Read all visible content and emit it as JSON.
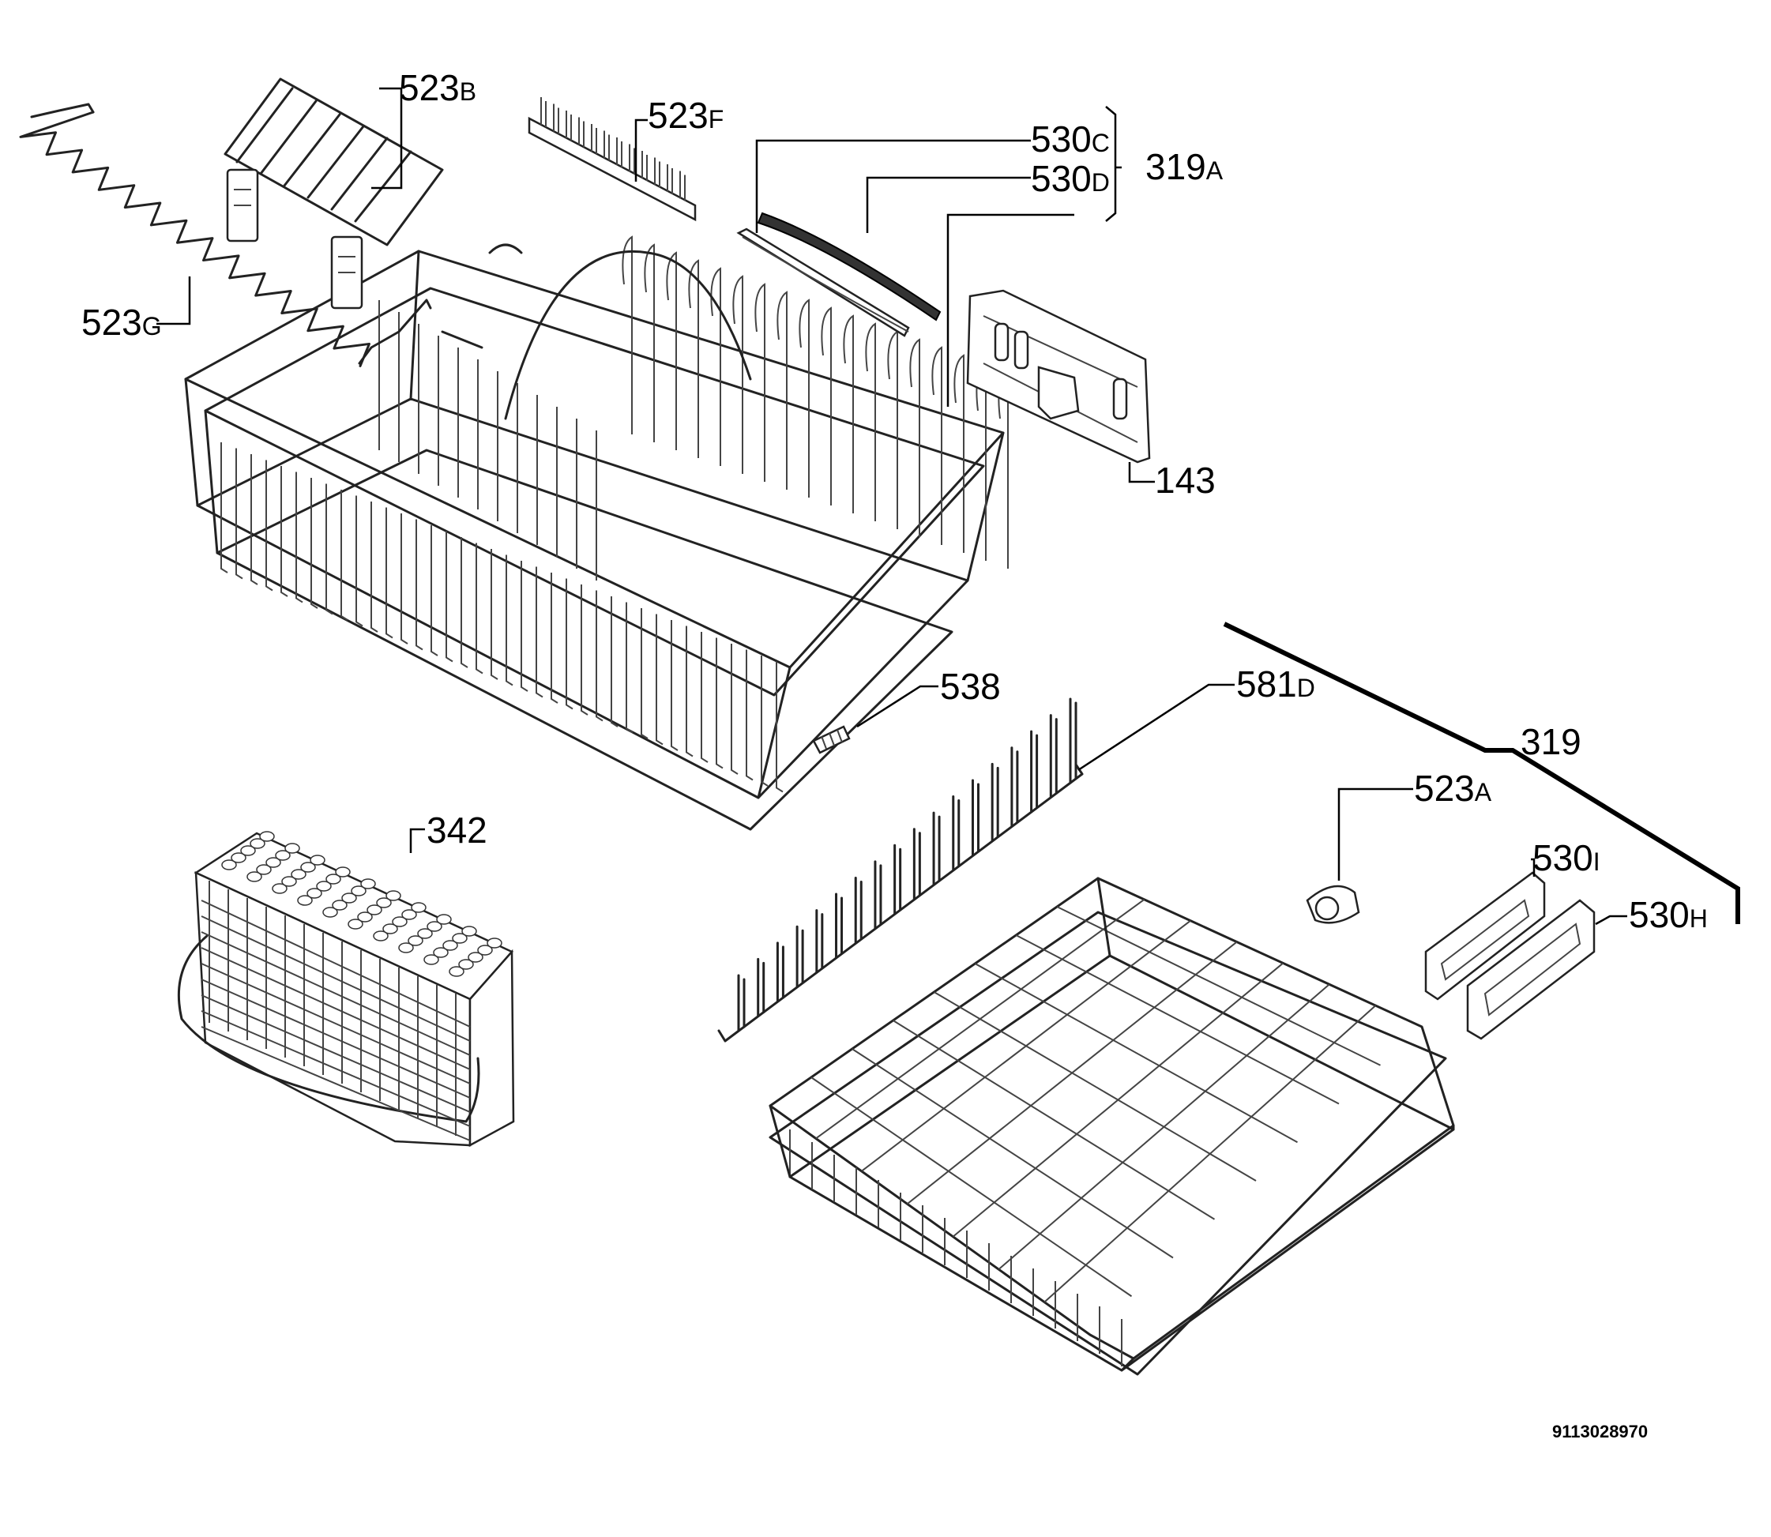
{
  "labels": {
    "l523B": {
      "num": "523",
      "suf": "B"
    },
    "l523F": {
      "num": "523",
      "suf": "F"
    },
    "l530C": {
      "num": "530",
      "suf": "C"
    },
    "l530D": {
      "num": "530",
      "suf": "D"
    },
    "l319A": {
      "num": "319",
      "suf": "A"
    },
    "l523G": {
      "num": "523",
      "suf": "G"
    },
    "l143": {
      "num": "143",
      "suf": ""
    },
    "l538": {
      "num": "538",
      "suf": ""
    },
    "l581D": {
      "num": "581",
      "suf": "D"
    },
    "l319": {
      "num": "319",
      "suf": ""
    },
    "l523A": {
      "num": "523",
      "suf": "A"
    },
    "l342": {
      "num": "342",
      "suf": ""
    },
    "l530I": {
      "num": "530",
      "suf": "I"
    },
    "l530H": {
      "num": "530",
      "suf": "H"
    }
  },
  "doc_number": "9113028970",
  "colors": {
    "line": "#000000",
    "background": "#ffffff"
  }
}
